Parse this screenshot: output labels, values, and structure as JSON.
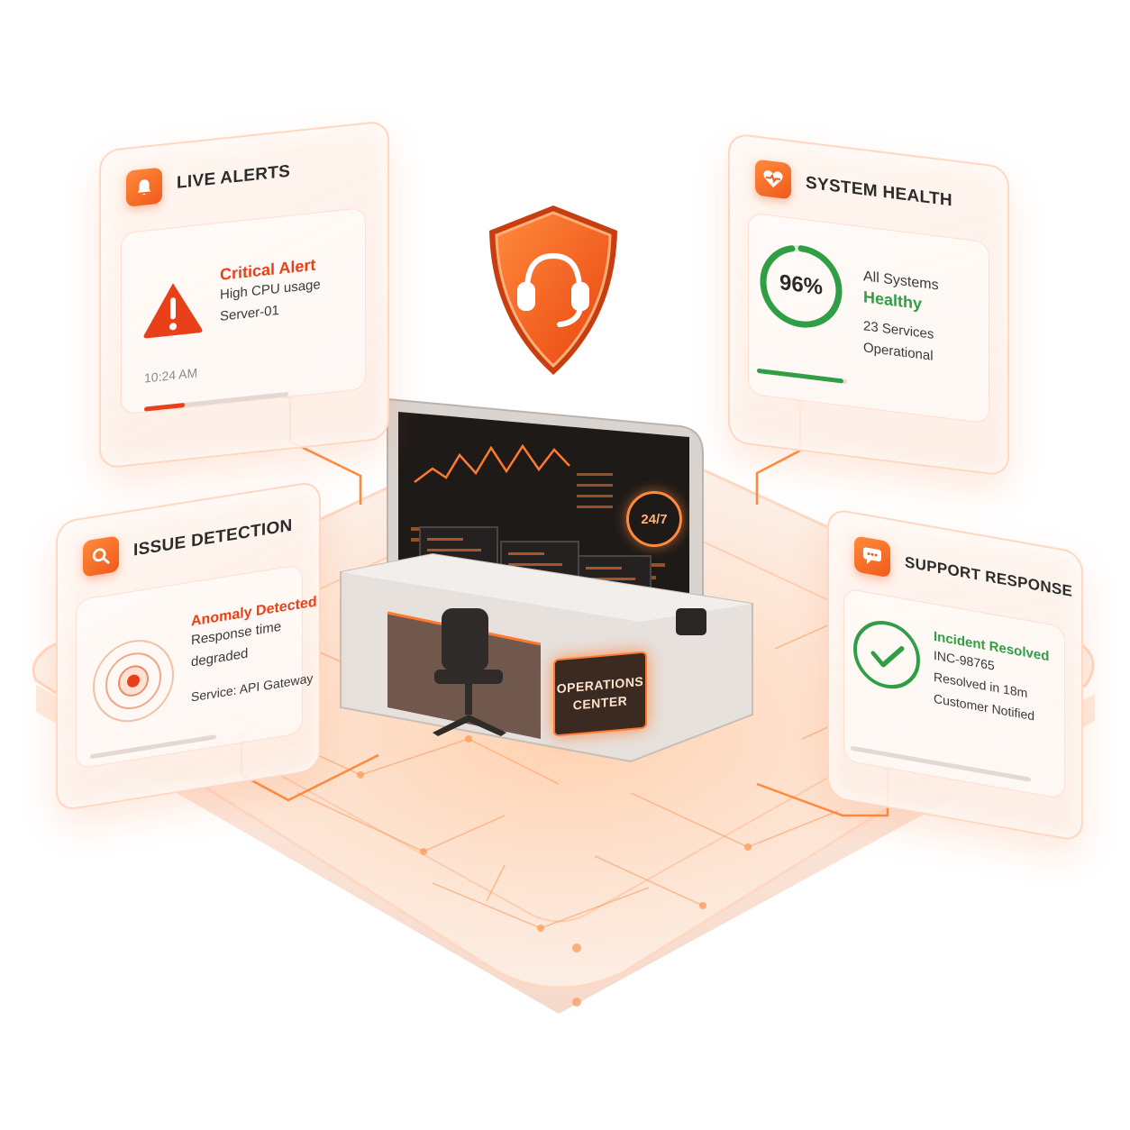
{
  "live_alerts": {
    "title": "LIVE ALERTS",
    "icon": "bell-icon",
    "alert_title": "Critical Alert",
    "detail_1": "High CPU usage",
    "detail_2": "Server-01",
    "time": "10:24 AM",
    "progress": 0.28
  },
  "system_health": {
    "title": "SYSTEM HEALTH",
    "icon": "heart-pulse-icon",
    "percent_label": "96%",
    "percent": 0.96,
    "line_1": "All Systems",
    "status": "Healthy",
    "services": "23 Services",
    "services_state": "Operational"
  },
  "issue_detection": {
    "title": "ISSUE DETECTION",
    "icon": "search-icon",
    "alert_title": "Anomaly Detected",
    "detail_1": "Response time",
    "detail_2": "degraded",
    "service": "Service: API Gateway"
  },
  "support_response": {
    "title": "SUPPORT RESPONSE",
    "icon": "chat-icon",
    "status": "Incident Resolved",
    "ticket": "INC-98765",
    "resolved": "Resolved in 18m",
    "notified": "Customer Notified"
  },
  "center": {
    "shield_icon": "headset-icon",
    "badge": "24/7",
    "sign_line_1": "OPERATIONS",
    "sign_line_2": "CENTER"
  },
  "colors": {
    "accent": "#f05a1a",
    "alert_red": "#e8411a",
    "healthy_green": "#2f9e44",
    "glow": "#ff8a3d"
  }
}
